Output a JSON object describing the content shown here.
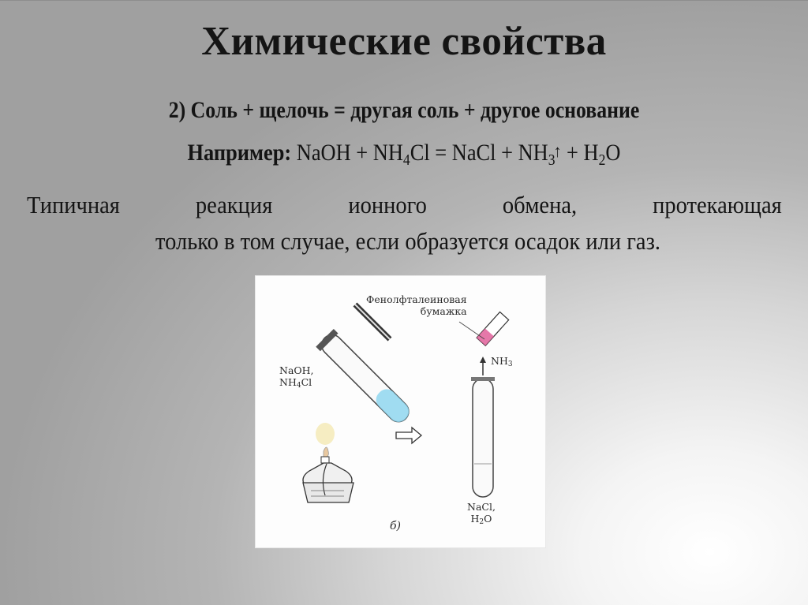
{
  "slide": {
    "title": "Химические свойства",
    "rule": "2) Соль + щелочь = другая соль + другое основание",
    "example": {
      "prefix": "Например:",
      "reactant1": "NaOH",
      "plus1": " + ",
      "reactant2_main": "NH",
      "reactant2_sub": "4",
      "reactant2_tail": "Cl",
      "equals": " = ",
      "product1": "NaCl",
      "plus2": " + ",
      "product2_main": "NH",
      "product2_sub": "3",
      "gas_arrow": "↑",
      "plus3": " + ",
      "product3_main": "H",
      "product3_sub": "2",
      "product3_tail": "O"
    },
    "description": {
      "line1_words": [
        "Типичная",
        "реакция",
        "ионного",
        "обмена,",
        "протекающая"
      ],
      "line2": "только в том случае, если образуется осадок или газ."
    }
  },
  "figure": {
    "label_reactants_line1": "NaOH,",
    "label_reactants_line2_main": "NH",
    "label_reactants_line2_sub": "4",
    "label_reactants_line2_tail": "Cl",
    "label_paper_line1": "Фенолфталеиновая",
    "label_paper_line2": "бумажка",
    "label_gas_main": "NH",
    "label_gas_sub": "3",
    "label_products_line1": "NaCl,",
    "label_products_line2_main": "H",
    "label_products_line2_sub": "2",
    "label_products_line2_tail": "O",
    "caption": "б)",
    "colors": {
      "solution": "#8fd6ef",
      "indicator_paper": "#e0609a",
      "flame": "#f2e6a8"
    }
  }
}
